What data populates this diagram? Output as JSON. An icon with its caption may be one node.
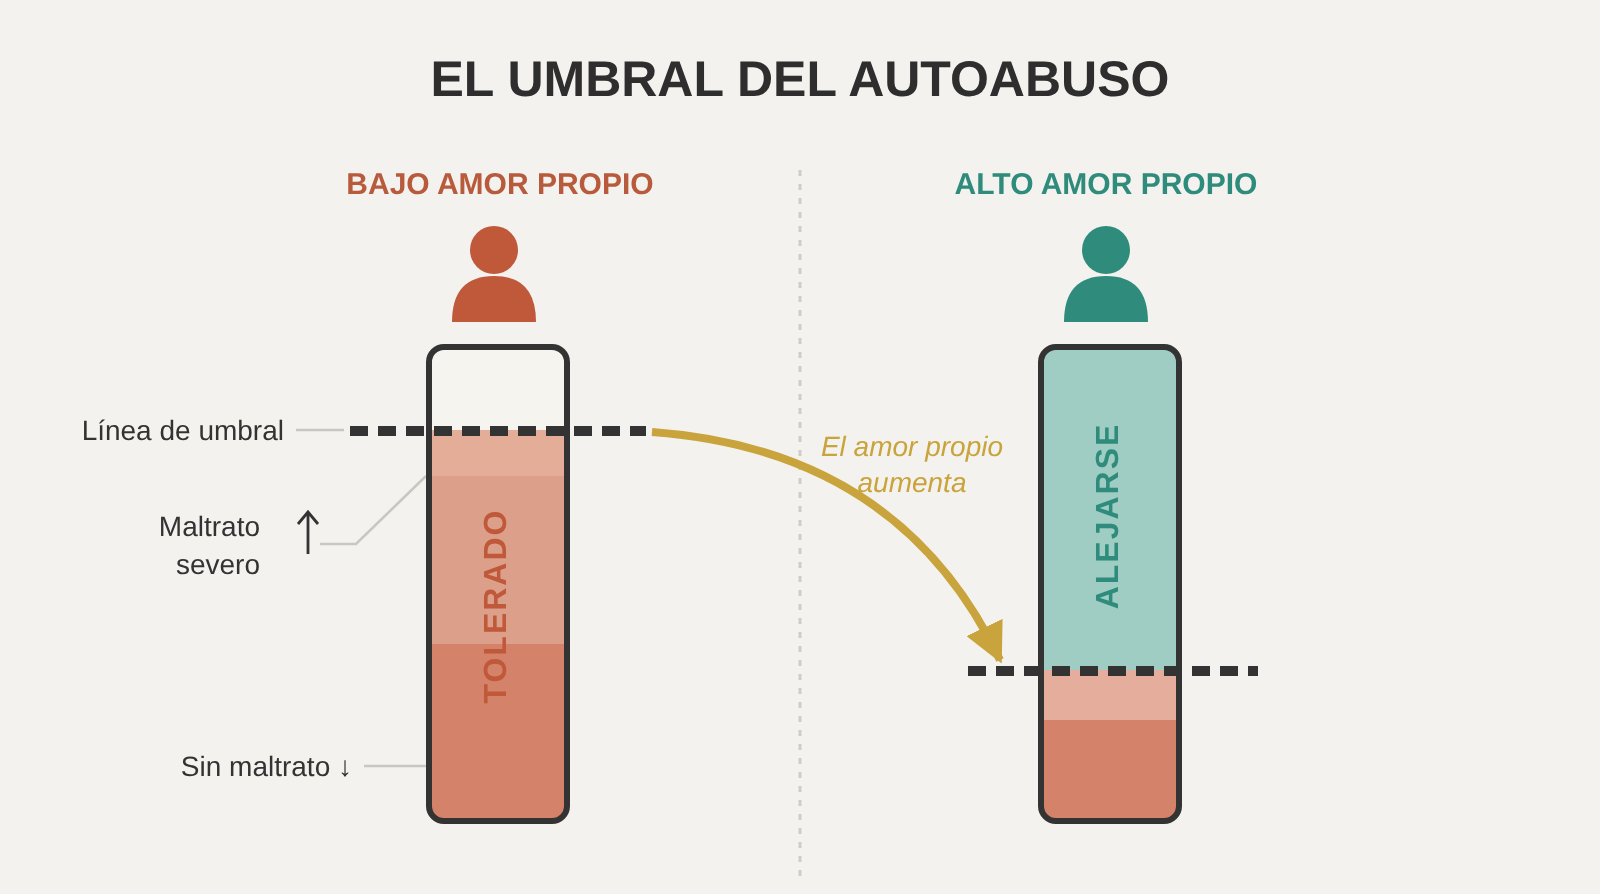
{
  "diagram": {
    "title": "EL UMBRAL DEL AUTOABUSO",
    "nodes": [
      {
        "text": [
          "TOLERADO"
        ]
      },
      {
        "text": [
          "ALEJARSE"
        ]
      },
      {
        "text": [],
        "shape": "line"
      },
      {
        "text": [],
        "shape": "line"
      },
      {
        "text": [
          "Línea de umbral"
        ]
      },
      {
        "text": [
          "Maltrato severo"
        ]
      },
      {
        "text": [
          "Sin maltrato ↓"
        ]
      }
    ],
    "edges": [
      {
        "from": 4,
        "to": 2,
        "arrow": "none"
      },
      {
        "from": 5,
        "to": 0,
        "arrow": "none"
      },
      {
        "from": 6,
        "to": 0,
        "arrow": "none"
      },
      {
        "from": 2,
        "to": 3,
        "arrow": "to",
        "label": "El amor propio aumenta",
        "style": "thick",
        "color": "#c9a43c"
      }
    ],
    "labels": [
      "BAJO AMOR PROPIO",
      "ALTO AMOR PROPIO"
    ]
  }
}
